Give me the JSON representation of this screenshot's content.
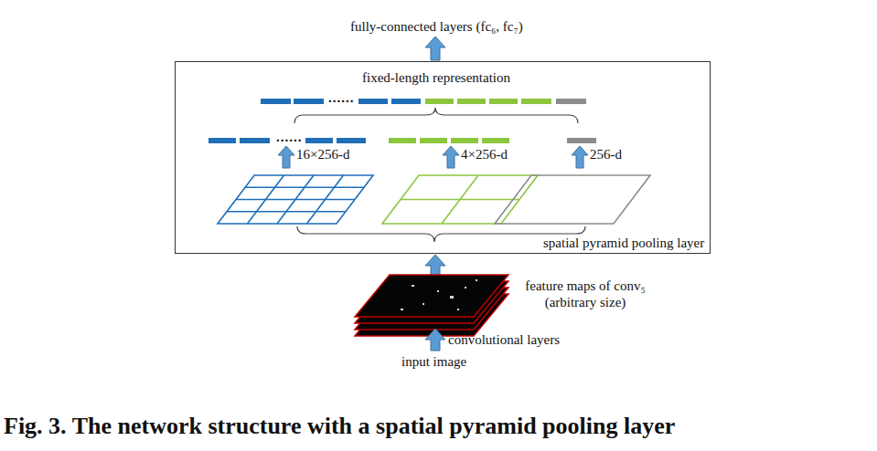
{
  "diagram": {
    "caption": "Fig. 3. The network structure with a spatial pyramid pooling layer",
    "nodes": [
      {
        "text": [
          "fixed-length representation",
          "spatial pyramid pooling layer"
        ]
      }
    ],
    "labels": [
      "fully-connected layers (fc₆, fc₇)",
      "......",
      "......",
      "16×256-d",
      "4×256-d",
      "256-d",
      "feature maps of conv₅ (arbitrary size)",
      "convolutional layers",
      "input image"
    ]
  }
}
